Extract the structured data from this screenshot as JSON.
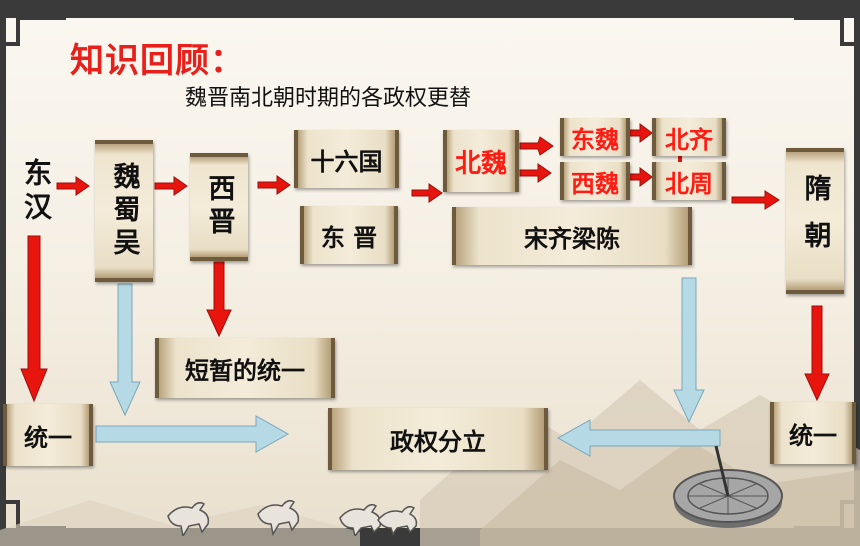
{
  "title": "知识回顾：",
  "subtitle": "魏晋南北朝时期的各政权更替",
  "nodes": {
    "donghan": "东汉",
    "weishuwu": "魏蜀吴",
    "xijin": "西晋",
    "shiliuguo": "十六国",
    "dongjin": "东 晋",
    "beiwei": "北魏",
    "dongwei": "东魏",
    "xiwei": "西魏",
    "beiqi": "北齐",
    "beizhou": "北周",
    "songqiliangchen": "宋齐梁陈",
    "suichao": "隋朝",
    "tongyi_left": "统一",
    "tongyi_right": "统一",
    "duanzan_tongyi": "短暂的统一",
    "zhengquan_fenli": "政权分立"
  },
  "colors": {
    "red_text": "#ff1c12",
    "red_arrow": "#e8150f",
    "blue_arrow": "#b6d9e6",
    "scroll": "#f1e8d3"
  }
}
